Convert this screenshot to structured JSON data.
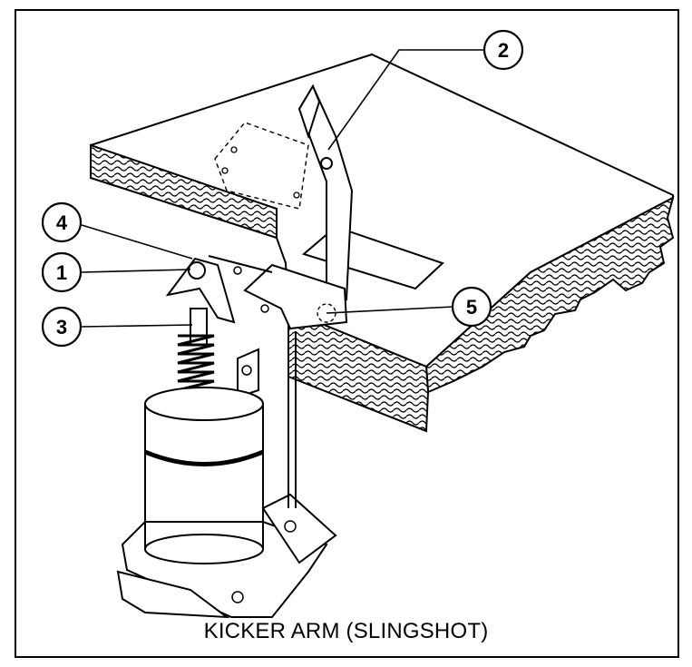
{
  "figure": {
    "caption": "KICKER ARM (SLINGSHOT)",
    "callouts": [
      "1",
      "2",
      "3",
      "4",
      "5"
    ]
  }
}
